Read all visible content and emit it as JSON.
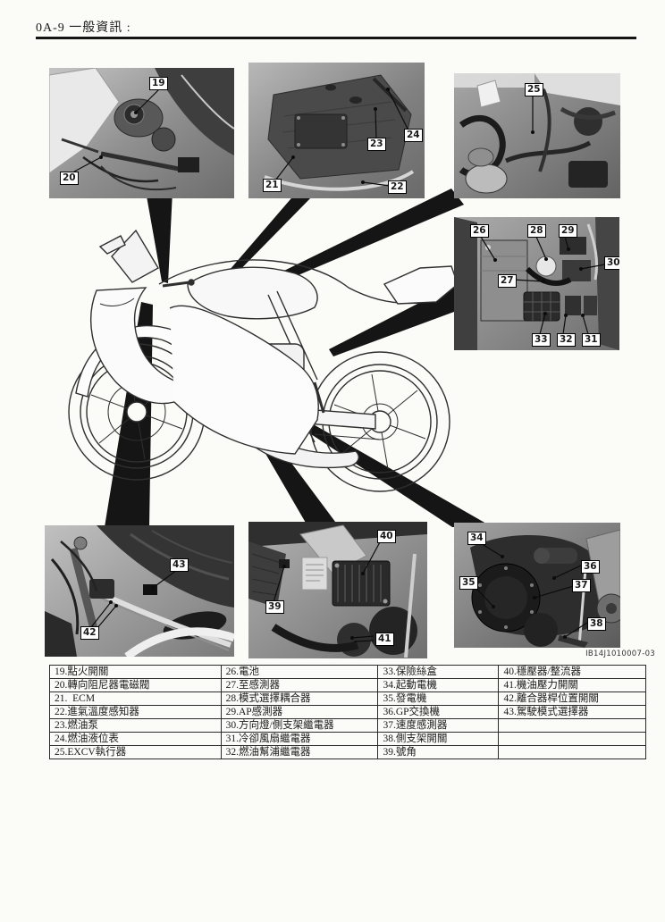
{
  "header": {
    "title": "0A-9 一般資訊 :"
  },
  "figure": {
    "code": "IB14J1010007-03"
  },
  "photos": {
    "top_left": {
      "labels": [
        "19",
        "20"
      ]
    },
    "top_middle": {
      "labels": [
        "21",
        "22",
        "23",
        "24"
      ]
    },
    "top_right": {
      "labels": [
        "25"
      ]
    },
    "right_middle": {
      "labels": [
        "26",
        "27",
        "28",
        "29",
        "30",
        "31",
        "32",
        "33"
      ]
    },
    "bottom_left": {
      "labels": [
        "42",
        "43"
      ]
    },
    "bottom_middle": {
      "labels": [
        "39",
        "40",
        "41"
      ]
    },
    "bottom_right": {
      "labels": [
        "34",
        "35",
        "36",
        "37",
        "38"
      ]
    }
  },
  "legend": {
    "col1": [
      "19.點火開關",
      "20.轉向阻尼器電磁閥",
      "21.  ECM",
      "22.進氣溫度感知器",
      "23.燃油泵",
      "24.燃油液位表",
      "25.EXCV執行器"
    ],
    "col2": [
      "26.電池",
      "27.至感測器",
      "28.模式選擇耦合器",
      "29.AP感測器",
      "30.方向燈/側支架繼電器",
      "31.冷卻風扇繼電器",
      "32.燃油幫浦繼電器"
    ],
    "col3": [
      "33.保險絲盒",
      "34.起動電機",
      "35.發電機",
      "36.GP交換機",
      "37.速度感測器",
      "38.側支架開關",
      "39.號角"
    ],
    "col4": [
      "40.穩壓器/整流器",
      "41.機油壓力開關",
      "42.離合器桿位置開關",
      "43.駕駛模式選擇器",
      "",
      "",
      ""
    ]
  }
}
